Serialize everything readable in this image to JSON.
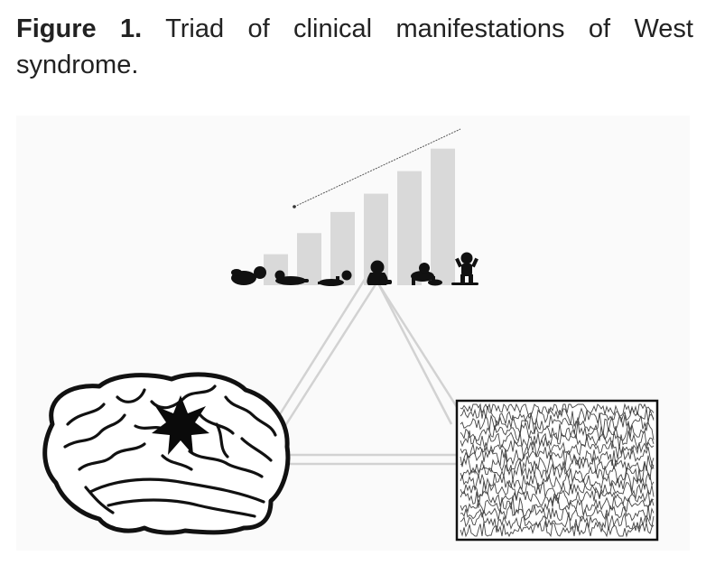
{
  "caption": {
    "label": "Figure 1.",
    "text": "Triad of clinical manifestations of West syndrome."
  },
  "figure": {
    "components": [
      {
        "name": "developmental-regression",
        "icon": "infant-silhouettes-icon"
      },
      {
        "name": "brain-lesion",
        "icon": "brain-icon"
      },
      {
        "name": "hypsarrhythmia-eeg",
        "icon": "eeg-trace-icon"
      }
    ],
    "bar_levels": [
      0.22,
      0.37,
      0.52,
      0.65,
      0.81,
      0.97
    ],
    "colors": {
      "bars": "#d9d9d9",
      "triangle": "#d4d4d4",
      "ink": "#111111",
      "background": "#f7f7f7"
    }
  }
}
